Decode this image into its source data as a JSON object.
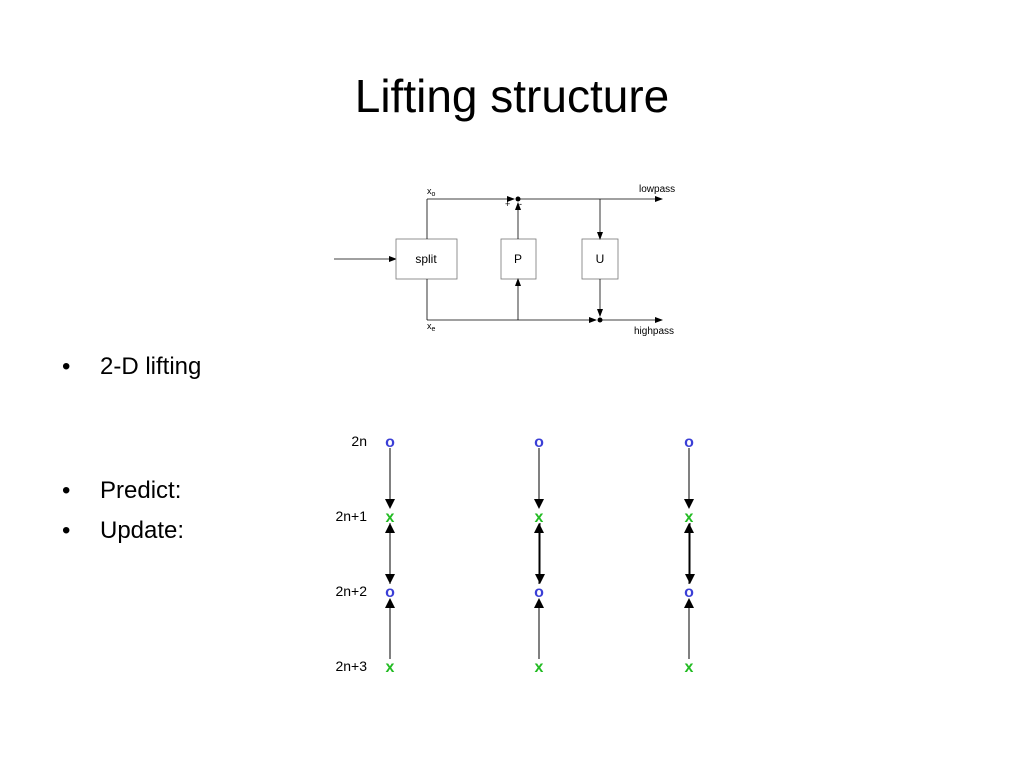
{
  "slide": {
    "title": "Lifting structure",
    "bullets": [
      "2-D lifting",
      "Predict:",
      "Update:"
    ]
  },
  "block_diagram": {
    "blocks": {
      "split": "split",
      "predict": "P",
      "update": "U"
    },
    "labels": {
      "odd_symbol": "x",
      "odd_subscript": "o",
      "even_symbol": "x",
      "even_subscript": "e",
      "lowpass": "lowpass",
      "highpass": "highpass",
      "plus": "+",
      "minus": "-"
    }
  },
  "lifting_grid": {
    "row_labels": [
      "2n",
      "2n+1",
      "2n+2",
      "2n+3"
    ],
    "even_symbol": "o",
    "odd_symbol": "x",
    "colors": {
      "even": "#3b3fd6",
      "odd": "#22bb22",
      "arrow": "#000000"
    }
  }
}
